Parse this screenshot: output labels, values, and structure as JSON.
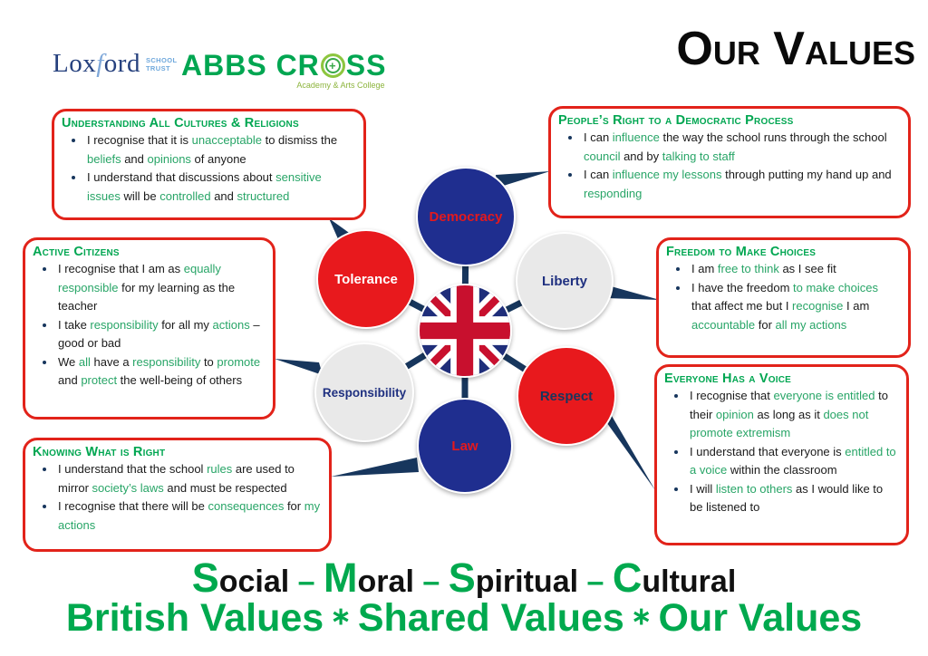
{
  "logos": {
    "loxford": {
      "part1": "Lox",
      "part2": "f",
      "part3": "ord",
      "sub_line1": "SCHOOL",
      "sub_line2": "TRUST"
    },
    "abbs": {
      "text_left": "ABBS CR",
      "ring_glyph": "+",
      "text_right": "SS",
      "subtitle": "Academy & Arts College"
    }
  },
  "title": "Our Values",
  "boxes": [
    {
      "id": "cultures",
      "heading": "Understanding All Cultures & Religions",
      "bullets": [
        [
          [
            "I recognise that it is ",
            0
          ],
          [
            "unacceptable",
            1
          ],
          [
            " to dismiss the ",
            0
          ],
          [
            "beliefs",
            1
          ],
          [
            " and ",
            0
          ],
          [
            "opinions",
            1
          ],
          [
            " of anyone",
            0
          ]
        ],
        [
          [
            "I understand that discussions about ",
            0
          ],
          [
            "sensitive issues",
            1
          ],
          [
            " will be ",
            0
          ],
          [
            "controlled",
            1
          ],
          [
            " and ",
            0
          ],
          [
            "structured",
            1
          ]
        ]
      ]
    },
    {
      "id": "democratic",
      "heading": "People’s Right to a Democratic Process",
      "bullets": [
        [
          [
            "I can ",
            0
          ],
          [
            "influence",
            1
          ],
          [
            " the way the school runs through the school ",
            0
          ],
          [
            "council",
            1
          ],
          [
            " and by ",
            0
          ],
          [
            "talking to staff",
            1
          ]
        ],
        [
          [
            "I can ",
            0
          ],
          [
            "influence my lessons",
            1
          ],
          [
            " through putting my hand up and ",
            0
          ],
          [
            "responding",
            1
          ]
        ]
      ]
    },
    {
      "id": "active",
      "heading": "Active Citizens",
      "bullets": [
        [
          [
            "I recognise that I am as ",
            0
          ],
          [
            "equally responsible",
            1
          ],
          [
            " for my learning as the teacher",
            0
          ]
        ],
        [
          [
            "I take ",
            0
          ],
          [
            "responsibility",
            1
          ],
          [
            " for all my ",
            0
          ],
          [
            "actions",
            1
          ],
          [
            " – good or bad",
            0
          ]
        ],
        [
          [
            "We ",
            0
          ],
          [
            "all",
            1
          ],
          [
            " have a ",
            0
          ],
          [
            "responsibility",
            1
          ],
          [
            " to ",
            0
          ],
          [
            "promote",
            1
          ],
          [
            " and ",
            0
          ],
          [
            "protect",
            1
          ],
          [
            " the well-being of others",
            0
          ]
        ]
      ]
    },
    {
      "id": "freedom",
      "heading": "Freedom to Make Choices",
      "bullets": [
        [
          [
            "I am ",
            0
          ],
          [
            "free to think",
            1
          ],
          [
            " as I see fit",
            0
          ]
        ],
        [
          [
            "I have the freedom ",
            0
          ],
          [
            "to make choices",
            1
          ],
          [
            " that affect me but I ",
            0
          ],
          [
            "recognise",
            1
          ],
          [
            " I am ",
            0
          ],
          [
            "accountable",
            1
          ],
          [
            " for ",
            0
          ],
          [
            "all my actions",
            1
          ]
        ]
      ]
    },
    {
      "id": "voice",
      "heading": "Everyone Has a Voice",
      "bullets": [
        [
          [
            "I recognise that ",
            0
          ],
          [
            "everyone is entitled",
            1
          ],
          [
            " to their ",
            0
          ],
          [
            "opinion",
            1
          ],
          [
            " as long as it ",
            0
          ],
          [
            "does not promote extremism",
            1
          ]
        ],
        [
          [
            "I understand that everyone is ",
            0
          ],
          [
            "entitled to a voice",
            1
          ],
          [
            " within the classroom",
            0
          ]
        ],
        [
          [
            "I will ",
            0
          ],
          [
            "listen to others",
            1
          ],
          [
            " as I would like to be listened to",
            0
          ]
        ]
      ]
    },
    {
      "id": "knowing",
      "heading": "Knowing What is Right",
      "bullets": [
        [
          [
            "I understand that the school ",
            0
          ],
          [
            "rules",
            1
          ],
          [
            " are used to mirror ",
            0
          ],
          [
            "society’s laws",
            1
          ],
          [
            " and must be respected",
            0
          ]
        ],
        [
          [
            "I recognise that there will be ",
            0
          ],
          [
            "consequences",
            1
          ],
          [
            " for ",
            0
          ],
          [
            "my actions",
            1
          ]
        ]
      ]
    }
  ],
  "circles": [
    {
      "id": "democracy",
      "label": "Democracy",
      "bg": "#1F2E8F",
      "fg": "#E3191D"
    },
    {
      "id": "liberty",
      "label": "Liberty",
      "bg": "#E9E9E9",
      "fg": "#1F3080"
    },
    {
      "id": "respect",
      "label": "Respect",
      "bg": "#E8191D",
      "fg": "#17365D"
    },
    {
      "id": "law",
      "label": "Law",
      "bg": "#1F2E8F",
      "fg": "#E3191D"
    },
    {
      "id": "responsibility",
      "label": "Responsibility",
      "bg": "#E9E9E9",
      "fg": "#1F3080"
    },
    {
      "id": "tolerance",
      "label": "Tolerance",
      "bg": "#E8191D",
      "fg": "#FFFFFF"
    }
  ],
  "center_flag": "union-jack",
  "footer": {
    "line1": {
      "words": [
        "Social",
        "Moral",
        "Spiritual",
        "Cultural"
      ],
      "separator": "–"
    },
    "line2": {
      "phrases": [
        "British Values",
        "Shared Values",
        "Our Values"
      ],
      "separator": "∗"
    }
  },
  "colors": {
    "heading_green": "#00A651",
    "text_green": "#28A567",
    "footer_green": "#00A94E",
    "box_border_red": "#E2231A",
    "circle_red": "#E8191D",
    "circle_navy": "#1F2E8F",
    "circle_gray": "#E9E9E9",
    "connector_navy": "#17365D"
  }
}
